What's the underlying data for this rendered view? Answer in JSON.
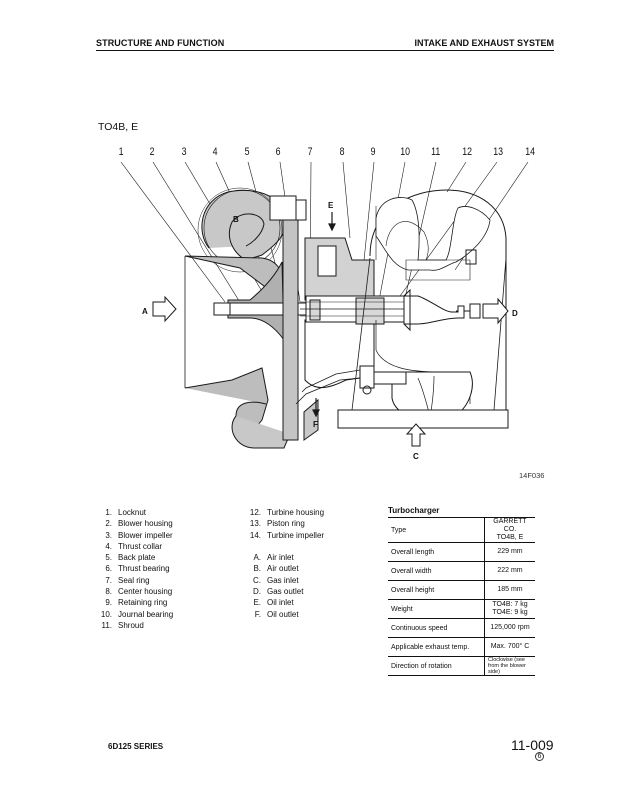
{
  "header": {
    "left": "STRUCTURE AND FUNCTION",
    "right": "INTAKE AND EXHAUST SYSTEM"
  },
  "figure": {
    "model": "TO4B, E",
    "callouts": [
      "1",
      "2",
      "3",
      "4",
      "5",
      "6",
      "7",
      "8",
      "9",
      "10",
      "11",
      "12",
      "13",
      "14"
    ],
    "flow_labels": {
      "A": "A",
      "B": "B",
      "C": "C",
      "D": "D",
      "E": "E",
      "F": "F"
    },
    "code": "14F036",
    "shade_color": "#b8b8b8",
    "line_color": "#1a1a1a"
  },
  "legend": {
    "parts": [
      {
        "num": "1.",
        "name": "Locknut"
      },
      {
        "num": "2.",
        "name": "Blower housing"
      },
      {
        "num": "3.",
        "name": "Blower impeller"
      },
      {
        "num": "4.",
        "name": "Thrust collar"
      },
      {
        "num": "5.",
        "name": "Back plate"
      },
      {
        "num": "6.",
        "name": "Thrust bearing"
      },
      {
        "num": "7.",
        "name": "Seal ring"
      },
      {
        "num": "8.",
        "name": "Center housing"
      },
      {
        "num": "9.",
        "name": "Retaining ring"
      },
      {
        "num": "10.",
        "name": "Journal bearing"
      },
      {
        "num": "11.",
        "name": "Shroud"
      },
      {
        "num": "12.",
        "name": "Turbine housing"
      },
      {
        "num": "13.",
        "name": "Piston ring"
      },
      {
        "num": "14.",
        "name": "Turbine impeller"
      }
    ],
    "flows": [
      {
        "num": "A.",
        "name": "Air inlet"
      },
      {
        "num": "B.",
        "name": "Air outlet"
      },
      {
        "num": "C.",
        "name": "Gas inlet"
      },
      {
        "num": "D.",
        "name": "Gas outlet"
      },
      {
        "num": "E.",
        "name": "Oil inlet"
      },
      {
        "num": "F.",
        "name": "Oil outlet"
      }
    ]
  },
  "spec": {
    "title": "Turbocharger",
    "rows": [
      {
        "label": "Type",
        "value": "GARRETT CO.\nTO4B, E"
      },
      {
        "label": "Overall length",
        "value": "229 mm"
      },
      {
        "label": "Overall width",
        "value": "222 mm"
      },
      {
        "label": "Overall height",
        "value": "185 mm"
      },
      {
        "label": "Weight",
        "value": "TO4B:  7 kg\nTO4E:  9 kg"
      },
      {
        "label": "Continuous speed",
        "value": "125,000 rpm"
      },
      {
        "label": "Applicable exhaust temp.",
        "value": "Max. 700° C"
      },
      {
        "label": "Direction of rotation",
        "value": "Clockwise (see from the blower side)"
      }
    ]
  },
  "footer": {
    "series": "6D125 SERIES",
    "page": "11-009",
    "mark": "6"
  }
}
